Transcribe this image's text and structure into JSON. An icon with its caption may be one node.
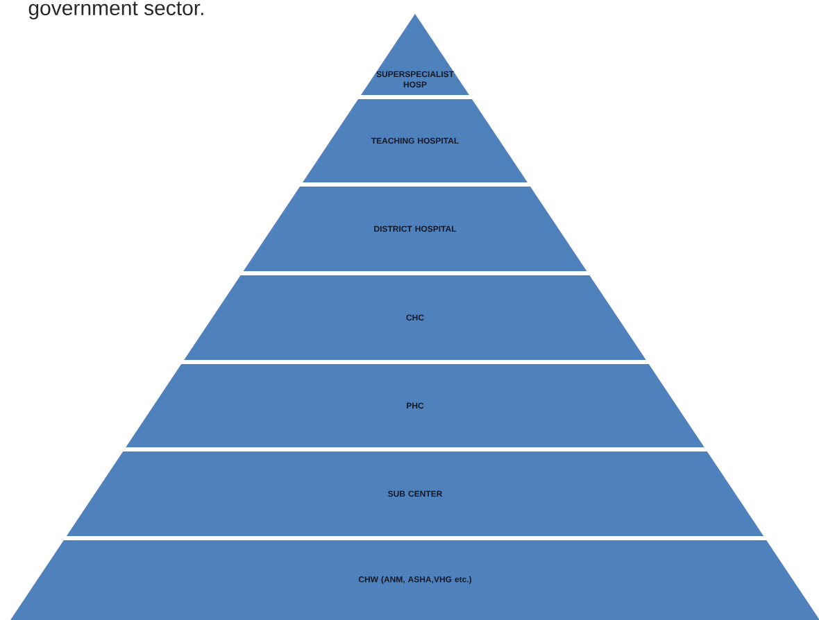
{
  "diagram": {
    "nodes": [
      {
        "text": [
          "SUPERSPECIALIST HOSP"
        ]
      },
      {
        "text": [
          "TEACHING HOSPITAL"
        ]
      },
      {
        "text": [
          "DISTRICT HOSPITAL"
        ]
      },
      {
        "text": [
          "CHC"
        ]
      },
      {
        "text": [
          "PHC"
        ]
      },
      {
        "text": [
          "SUB CENTER"
        ]
      },
      {
        "text": [
          "CHW (ANM, ASHA,VHG etc.)"
        ]
      }
    ],
    "labels": [
      "government sector."
    ]
  }
}
